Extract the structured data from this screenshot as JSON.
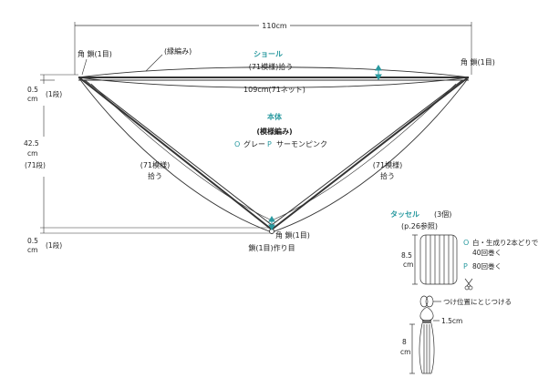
{
  "top_width": "110cm",
  "shawl": {
    "title": "ショール",
    "edge_stitch": "(縁編み)",
    "pickup_top": "(71模様)拾う",
    "inner_width": "109cm(71ネット)"
  },
  "corner": {
    "left": "角 鎖(1目)",
    "right": "角 鎖(1目)",
    "bottom": "角 鎖(1目)"
  },
  "bottom_chain": "鎖(1目)作り目",
  "body": {
    "title": "本体",
    "pattern": "(模様編み)",
    "color_o_letter": "O",
    "color_o_name": "グレー",
    "color_p_letter": "P",
    "color_p_name": "サーモンピンク"
  },
  "side_pickup": {
    "left_count": "(71模様)",
    "left_action": "拾う",
    "right_count": "(71模様)",
    "right_action": "拾う"
  },
  "left_dims": {
    "top_value": "0.5",
    "top_unit": "cm",
    "top_rows": "(1段)",
    "mid_value": "42.5",
    "mid_unit": "cm",
    "mid_rows": "(71段)",
    "bottom_value": "0.5",
    "bottom_unit": "cm",
    "bottom_rows": "(1段)"
  },
  "tassel": {
    "title": "タッセル",
    "count": "(3個)",
    "ref": "(p.26参照)",
    "height_value": "8.5",
    "height_unit": "cm",
    "o_letter": "O",
    "o_text1": "白・生成り2本どりで",
    "o_text2": "40回巻く",
    "p_letter": "P",
    "p_text": "80回巻く",
    "attach_note": "つけ位置にとじつける",
    "neck": "1.5cm",
    "length_value": "8",
    "length_unit": "cm"
  },
  "colors": {
    "accent": "#2a9aa0",
    "line": "#333333"
  }
}
